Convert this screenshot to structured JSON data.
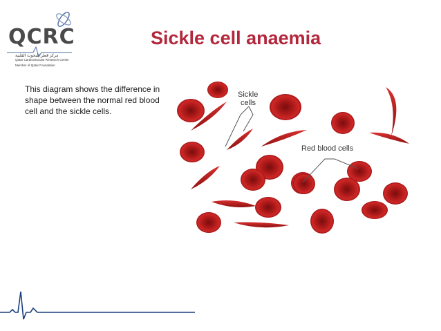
{
  "logo": {
    "text": "QCRC",
    "arabic": "مركز قطر للبحوث القلبية",
    "english": "Qatar Cardiovascular Research Center",
    "member": "Member of Qatar Foundation",
    "accent": "#4d6ea3"
  },
  "slide": {
    "title": "Sickle cell anaemia",
    "caption": "This diagram shows the difference in shape between the normal red blood cell and the sickle cells."
  },
  "diagram": {
    "label_sickle_line1": "Sickle",
    "label_sickle_line2": "cells",
    "label_red": "Red blood cells",
    "cell_color": "#c42020"
  },
  "colors": {
    "title": "#b3273d",
    "ecg": "#1a3f7a"
  }
}
